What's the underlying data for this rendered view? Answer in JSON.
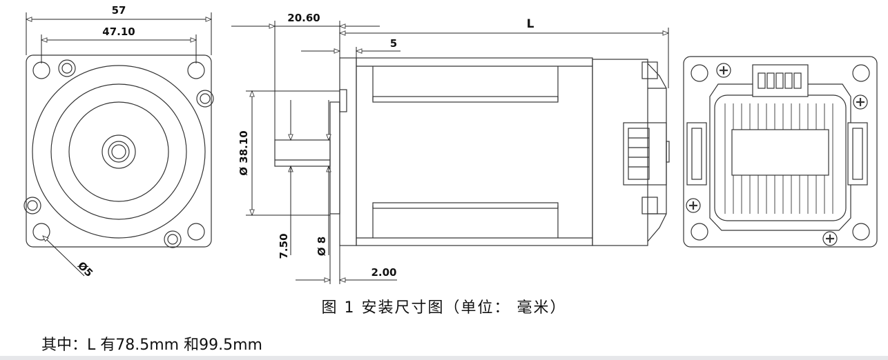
{
  "dimensions": {
    "width_total": "57",
    "hole_spacing": "47.10",
    "shaft_length": "20.60",
    "motor_length": "L",
    "boss_depth": "5",
    "pilot_diameter": "Ø 38.10",
    "flat_depth": "7.50",
    "shaft_diameter": "Ø 8",
    "flange_thickness": "2.00",
    "hole_diameter": "Ø5"
  },
  "caption": "图 1 安装尺寸图（单位： 毫米）",
  "note": "其中：L 有78.5mm 和99.5mm"
}
